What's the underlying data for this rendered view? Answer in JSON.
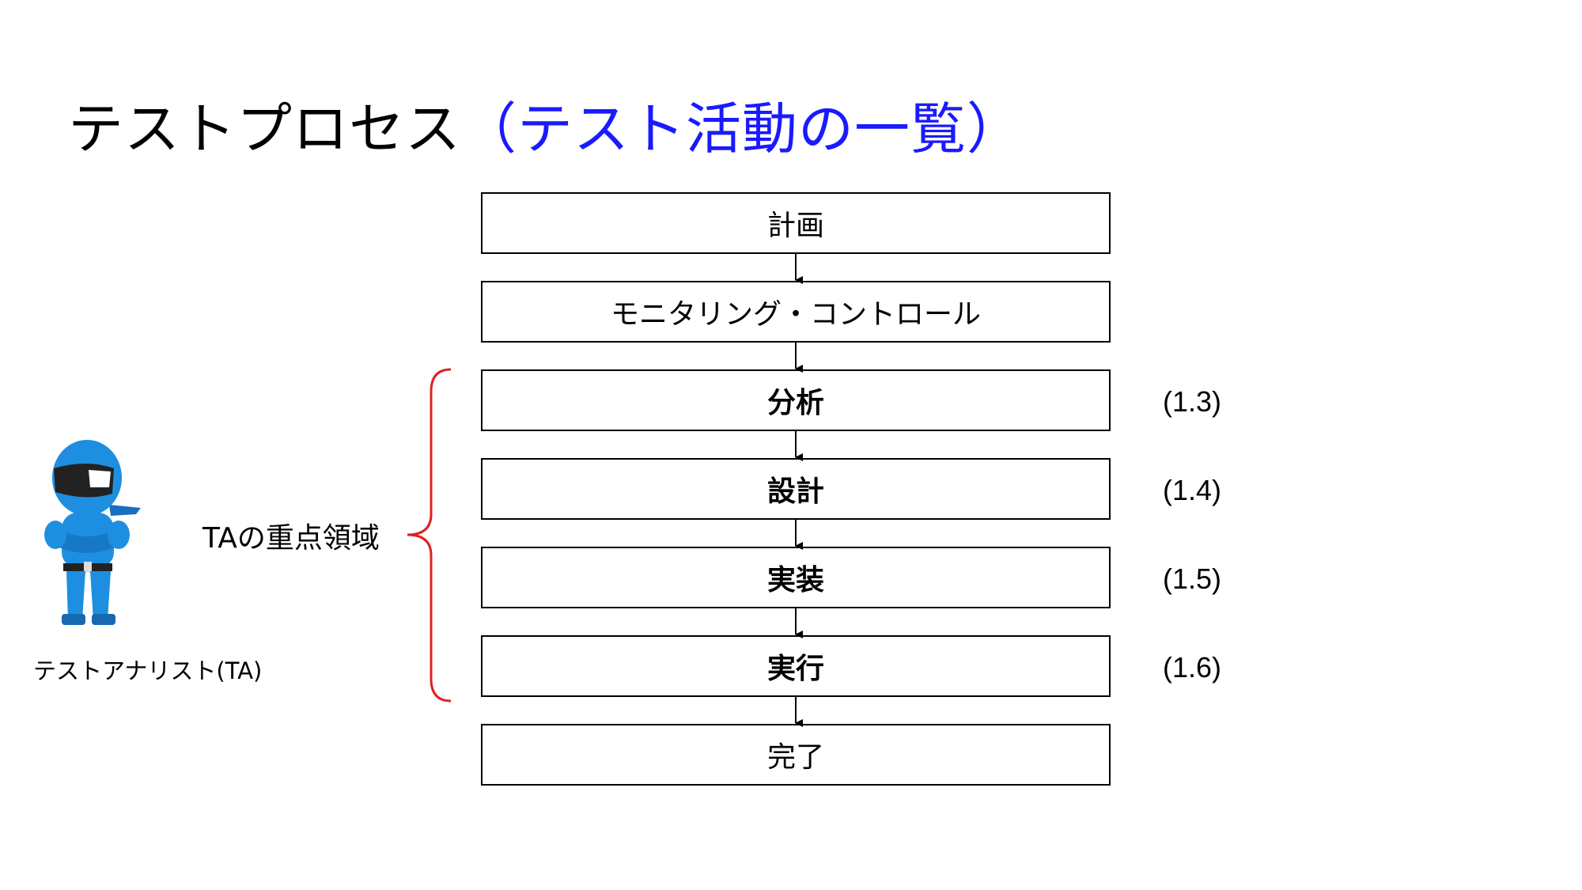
{
  "title": {
    "main": "テストプロセス",
    "sub": "（テスト活動の一覧）"
  },
  "flow": {
    "steps": [
      {
        "label": "計画",
        "bold": false,
        "note": ""
      },
      {
        "label": "モニタリング・コントロール",
        "bold": false,
        "note": ""
      },
      {
        "label": "分析",
        "bold": true,
        "note": "(1.3)"
      },
      {
        "label": "設計",
        "bold": true,
        "note": "(1.4)"
      },
      {
        "label": "実装",
        "bold": true,
        "note": "(1.5)"
      },
      {
        "label": "実行",
        "bold": true,
        "note": "(1.6)"
      },
      {
        "label": "完了",
        "bold": false,
        "note": ""
      }
    ]
  },
  "focus": {
    "label": "TAの重点領域",
    "brace_color": "#e02020"
  },
  "character": {
    "caption": "テストアナリスト(TA)",
    "suit_color": "#1e8fe0",
    "visor_color": "#222222"
  },
  "colors": {
    "title_accent": "#1a1aff",
    "border": "#000000"
  }
}
